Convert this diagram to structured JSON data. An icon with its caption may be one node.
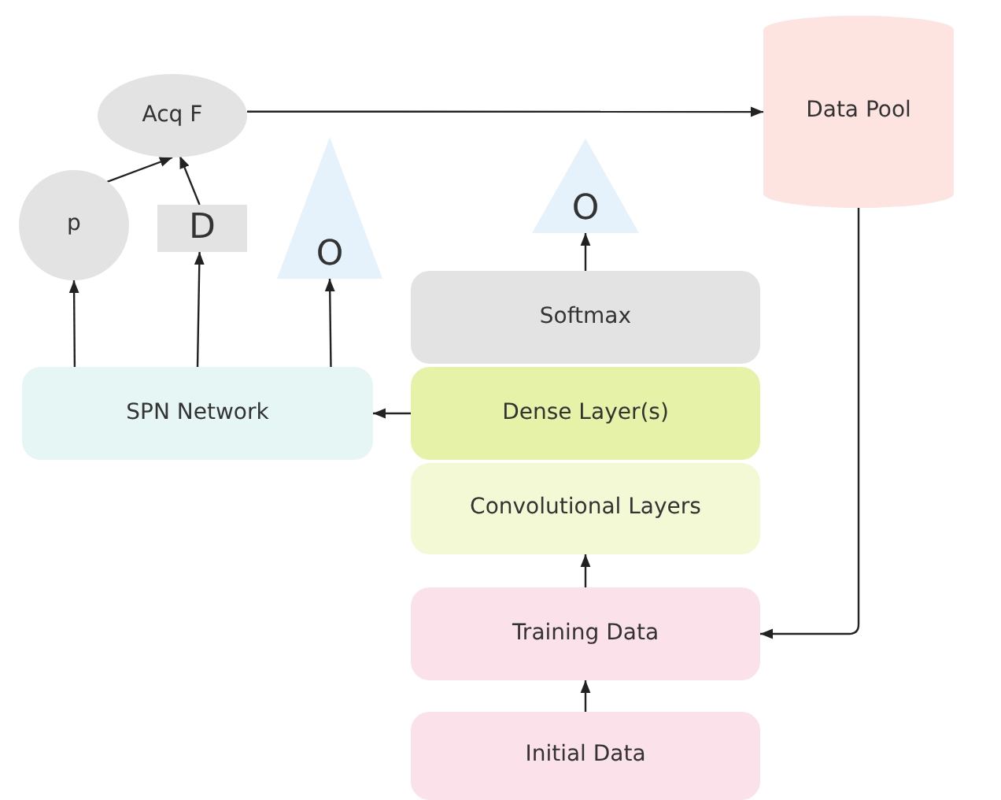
{
  "diagram": {
    "nodes": [
      {
        "text": [
          "Acq F"
        ]
      },
      {
        "text": [
          "Data Pool"
        ]
      },
      {
        "text": [
          "p"
        ]
      },
      {
        "text": [
          "D"
        ]
      },
      {
        "text": [
          "O"
        ]
      },
      {
        "text": [
          "O"
        ]
      },
      {
        "text": [
          "Softmax"
        ]
      },
      {
        "text": [
          "SPN Network"
        ]
      },
      {
        "text": [
          "Dense Layer(s)"
        ]
      },
      {
        "text": [
          "Convolutional Layers"
        ]
      },
      {
        "text": [
          "Training Data"
        ]
      },
      {
        "text": [
          "Initial Data"
        ]
      }
    ],
    "edges": [
      {
        "from": 0,
        "to": 1,
        "arrow": "to"
      },
      {
        "from": 2,
        "to": 0,
        "arrow": "to"
      },
      {
        "from": 3,
        "to": 0,
        "arrow": "to"
      },
      {
        "from": 7,
        "to": 2,
        "arrow": "to"
      },
      {
        "from": 7,
        "to": 3,
        "arrow": "to"
      },
      {
        "from": 7,
        "to": 4,
        "arrow": "to"
      },
      {
        "from": 6,
        "to": 5,
        "arrow": "to"
      },
      {
        "from": 8,
        "to": 7,
        "arrow": "to"
      },
      {
        "from": 1,
        "to": 10,
        "arrow": "to"
      },
      {
        "from": 10,
        "to": 9,
        "arrow": "to"
      },
      {
        "from": 11,
        "to": 10,
        "arrow": "to"
      }
    ]
  }
}
